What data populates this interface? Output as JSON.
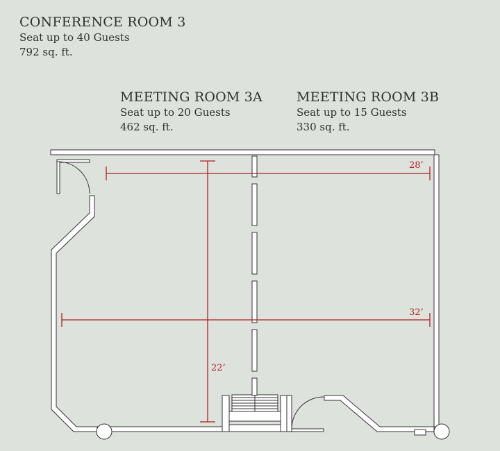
{
  "conference": {
    "title": "CONFERENCE ROOM 3",
    "capacity": "Seat up to 40 Guests",
    "area": "792 sq. ft."
  },
  "room_a": {
    "title": "MEETING ROOM 3A",
    "capacity": "Seat up to 20 Guests",
    "area": "462 sq. ft."
  },
  "room_b": {
    "title": "MEETING ROOM 3B",
    "capacity": "Seat up to 15 Guests",
    "area": "330 sq. ft."
  },
  "dimensions": {
    "upper_width": "28’",
    "full_width": "32’",
    "depth": "22’"
  },
  "colors": {
    "wall": "#ffffff",
    "wall_outline": "#333333",
    "dimension": "#b02020",
    "background": "#dde2dd"
  }
}
